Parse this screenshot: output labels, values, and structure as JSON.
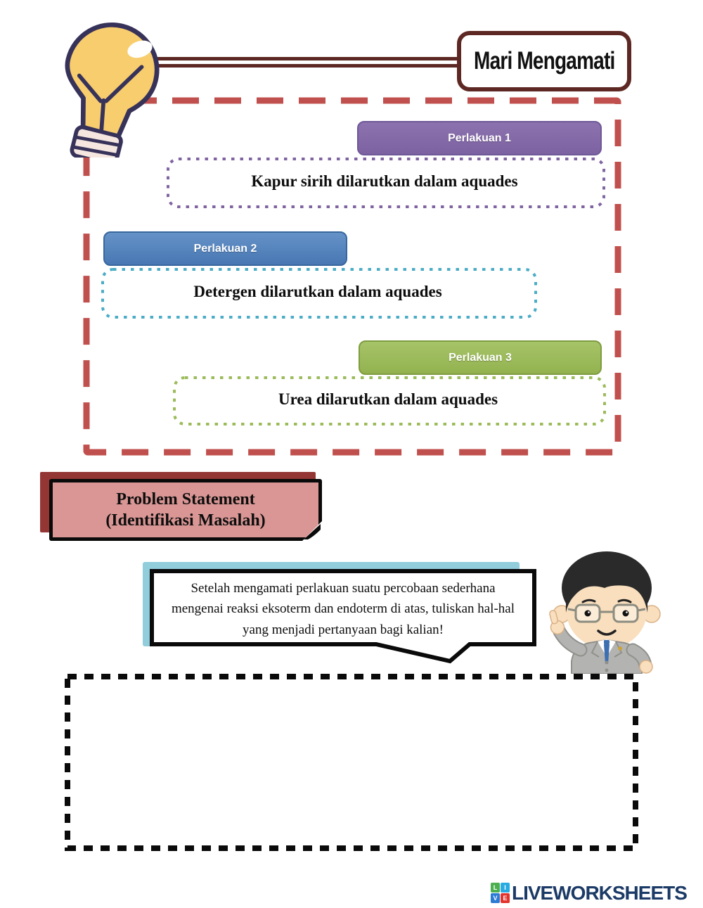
{
  "header": {
    "title": "Mari Mengamati"
  },
  "observation": {
    "treatments": [
      {
        "label": "Perlakuan 1",
        "description": "Kapur sirih dilarutkan dalam aquades"
      },
      {
        "label": "Perlakuan 2",
        "description": "Detergen dilarutkan dalam aquades"
      },
      {
        "label": "Perlakuan 3",
        "description": "Urea dilarutkan dalam aquades"
      }
    ]
  },
  "problem_statement": {
    "line1": "Problem Statement",
    "line2": "(Identifikasi Masalah)"
  },
  "instruction": {
    "text": "Setelah mengamati perlakuan suatu percobaan sederhana mengenai reaksi eksoterm dan endoterm di atas, tuliskan hal-hal yang menjadi pertanyaan bagi kalian!"
  },
  "answer_area": {
    "value": ""
  },
  "footer": {
    "brand": "LIVEWORKSHEETS",
    "logo_letters": [
      "L",
      "I",
      "V",
      "E"
    ]
  },
  "colors": {
    "maroon_outline": "#5D2823",
    "dashed_frame_red": "#C0504D",
    "treatment1_purple": "#8064A2",
    "treatment2_blue": "#4F81BD",
    "treatment2_dots_cyan": "#4BACC6",
    "treatment3_green": "#9BBB59",
    "problem_fill_pink": "#D99694",
    "problem_shadow_red": "#943634",
    "instruction_back_blue": "#92CDDC",
    "brand_navy": "#1B3A66",
    "logo_square_colors": [
      "#4CAF50",
      "#29ABE2",
      "#2B7BD5",
      "#E2342C"
    ]
  }
}
